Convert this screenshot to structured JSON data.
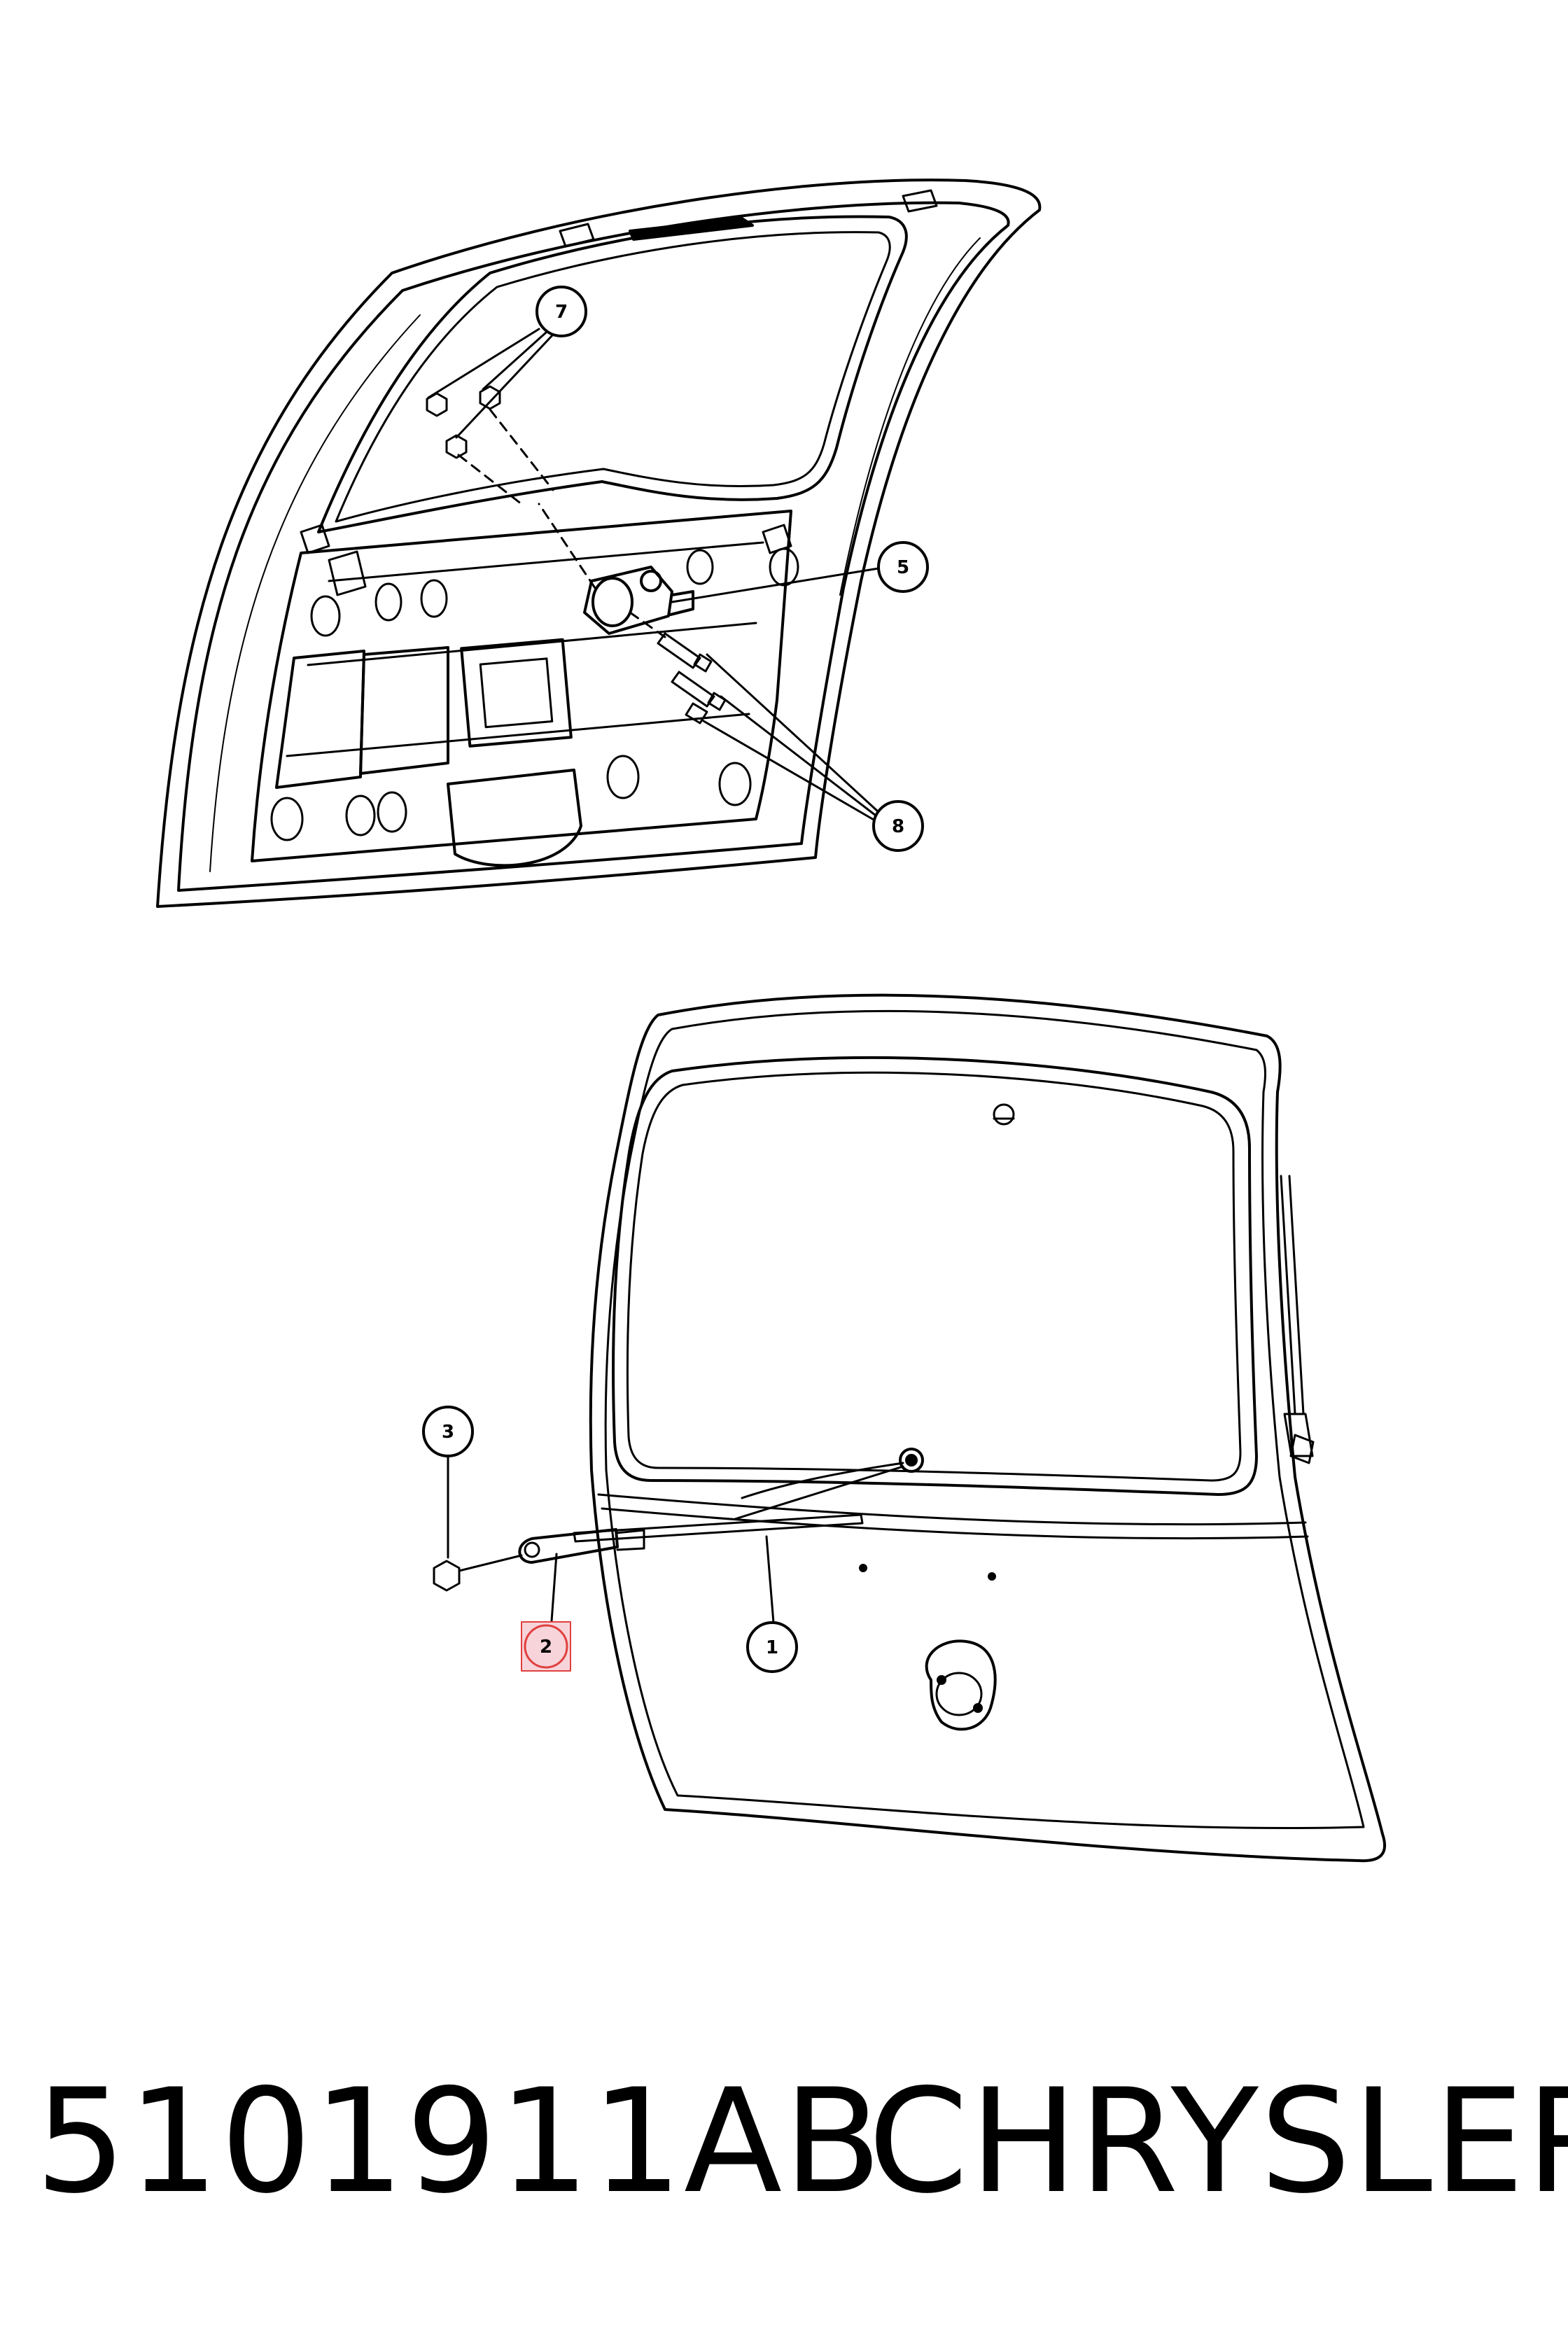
{
  "callouts": {
    "c1": "1",
    "c2": "2",
    "c3": "3",
    "c5": "5",
    "c7": "7",
    "c8": "8"
  },
  "footer": {
    "part_number": "5101911AB",
    "brand": "CHRYSLER"
  },
  "colors": {
    "line": "#000000",
    "highlight": "#e0403f",
    "highlight_fill": "#f6d4d9"
  }
}
